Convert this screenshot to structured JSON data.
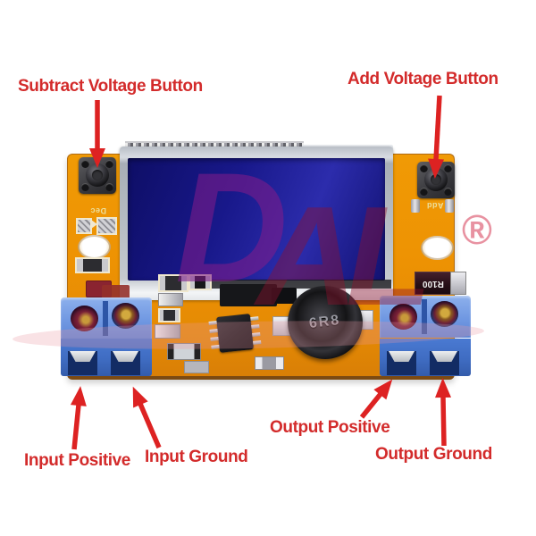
{
  "annotations": {
    "subtract": "Subtract Voltage Button",
    "add": "Add Voltage Button",
    "input_positive": "Input Positive",
    "input_ground": "Input Ground",
    "output_positive": "Output Positive",
    "output_ground": "Output Ground",
    "label_color": "#d32b2b",
    "arrow_color": "#dd2222"
  },
  "board": {
    "silkscreen_dec": "Dec",
    "silkscreen_add": "Add",
    "resistor_label": "R100",
    "inductor_label": "6R8",
    "pcb_color": "#ee9303",
    "lcd_color": "#1b1b87",
    "terminal_block_color": "#4a7ad2"
  },
  "watermark": {
    "letter_d": "D",
    "letters_al": "AL",
    "registered_mark": "®"
  }
}
